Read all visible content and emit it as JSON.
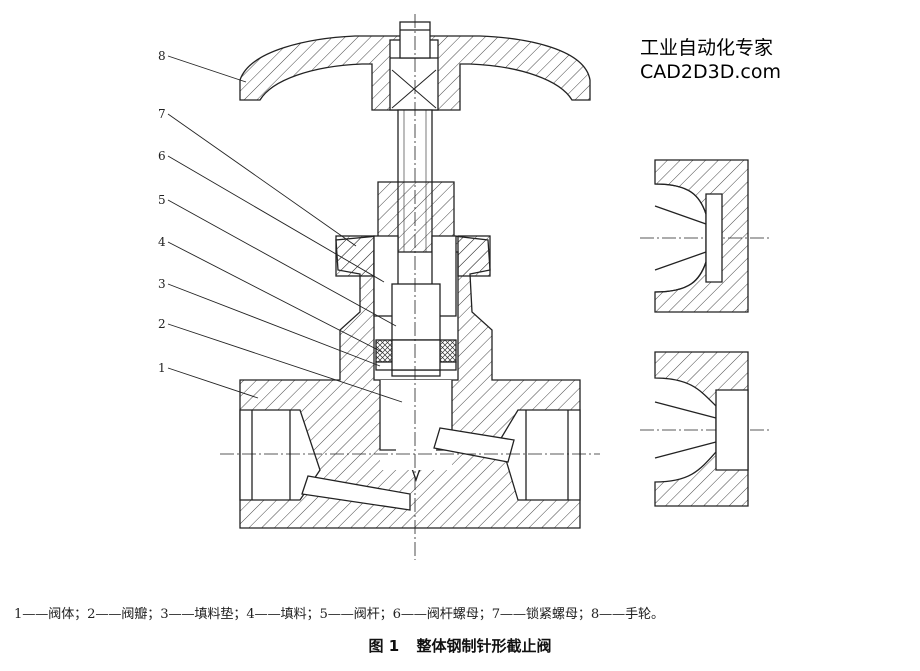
{
  "watermark": {
    "line1": "工业自动化专家",
    "line2": "CAD2D3D.com"
  },
  "callouts": [
    "1",
    "2",
    "3",
    "4",
    "5",
    "6",
    "7",
    "8"
  ],
  "legend": "1——阀体；2——阀瓣；3——填料垫；4——填料；5——阀杆；6——阀杆螺母；7——锁紧螺母；8——手轮。",
  "caption": {
    "figure": "图 1",
    "title": "整体钢制针形截止阀"
  }
}
